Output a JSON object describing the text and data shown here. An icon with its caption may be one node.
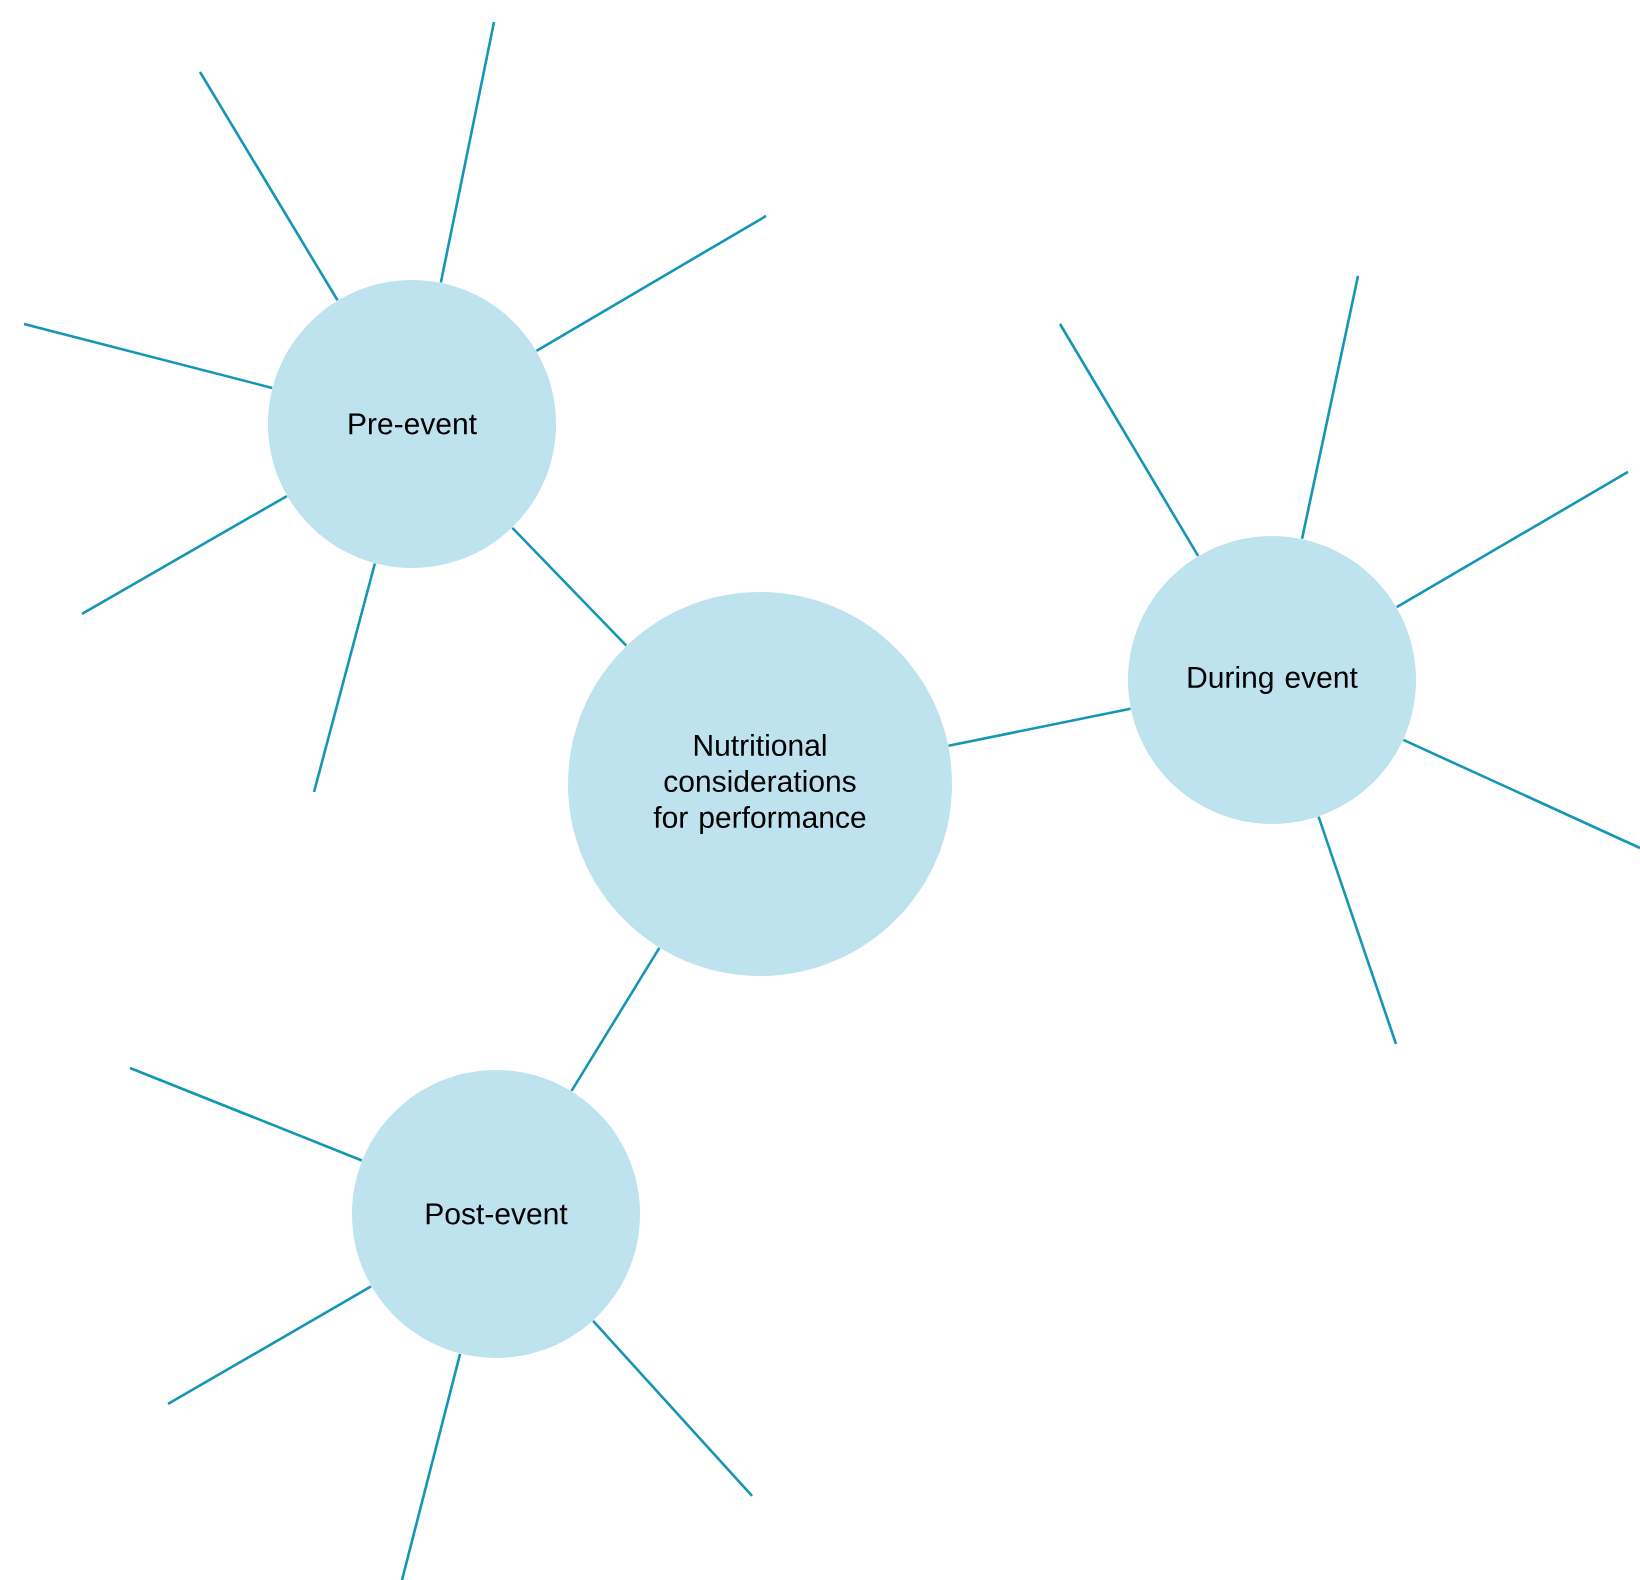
{
  "diagram": {
    "nodes": [
      {
        "text": [
          "Pre-event"
        ]
      },
      {
        "text": [
          "Nutritional considerations for performance"
        ]
      },
      {
        "text": [
          "During event"
        ]
      },
      {
        "text": [
          "Post-event"
        ]
      }
    ],
    "edges": [
      {
        "from": 1,
        "to": 0,
        "arrow": "none"
      },
      {
        "from": 1,
        "to": 2,
        "arrow": "none"
      },
      {
        "from": 1,
        "to": 3,
        "arrow": "none"
      },
      {
        "from": 0,
        "to": null,
        "arrow": "none"
      },
      {
        "from": 0,
        "to": null,
        "arrow": "none"
      },
      {
        "from": 0,
        "to": null,
        "arrow": "none"
      },
      {
        "from": 0,
        "to": null,
        "arrow": "none"
      },
      {
        "from": 0,
        "to": null,
        "arrow": "none"
      },
      {
        "from": 0,
        "to": null,
        "arrow": "none"
      },
      {
        "from": 2,
        "to": null,
        "arrow": "none"
      },
      {
        "from": 2,
        "to": null,
        "arrow": "none"
      },
      {
        "from": 2,
        "to": null,
        "arrow": "none"
      },
      {
        "from": 2,
        "to": null,
        "arrow": "none"
      },
      {
        "from": 2,
        "to": null,
        "arrow": "none"
      },
      {
        "from": 3,
        "to": null,
        "arrow": "none"
      },
      {
        "from": 3,
        "to": null,
        "arrow": "none"
      },
      {
        "from": 3,
        "to": null,
        "arrow": "none"
      },
      {
        "from": 3,
        "to": null,
        "arrow": "none"
      }
    ]
  }
}
